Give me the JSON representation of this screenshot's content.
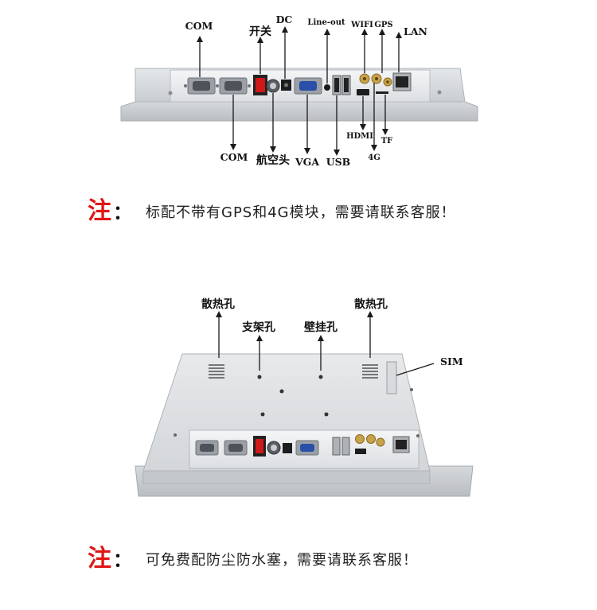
{
  "top_panel": {
    "labels": {
      "com_top": "COM",
      "switch": "开关",
      "dc": "DC",
      "line_out": "Line-out",
      "wifi": "WIFI",
      "gps": "GPS",
      "lan": "LAN",
      "com_bottom": "COM",
      "aviation": "航空头",
      "vga": "VGA",
      "usb": "USB",
      "hdmi": "HDMI",
      "tf": "TF",
      "g4": "4G"
    },
    "note": {
      "mark": "注",
      "colon": "：",
      "text": "标配不带有GPS和4G模块，需要请联系客服！"
    }
  },
  "bottom_panel": {
    "labels": {
      "vent_left": "散热孔",
      "stand_holes": "支架孔",
      "wall_holes": "壁挂孔",
      "vent_right": "散热孔",
      "sim": "SIM"
    },
    "note": {
      "mark": "注",
      "colon": "：",
      "text": "可免费配防尘防水塞，需要请联系客服！"
    }
  },
  "colors": {
    "note_mark": "#e01616",
    "switch": "#d01818",
    "vga_port": "#2a4fa8",
    "antenna_gold": "#c8a24a"
  }
}
